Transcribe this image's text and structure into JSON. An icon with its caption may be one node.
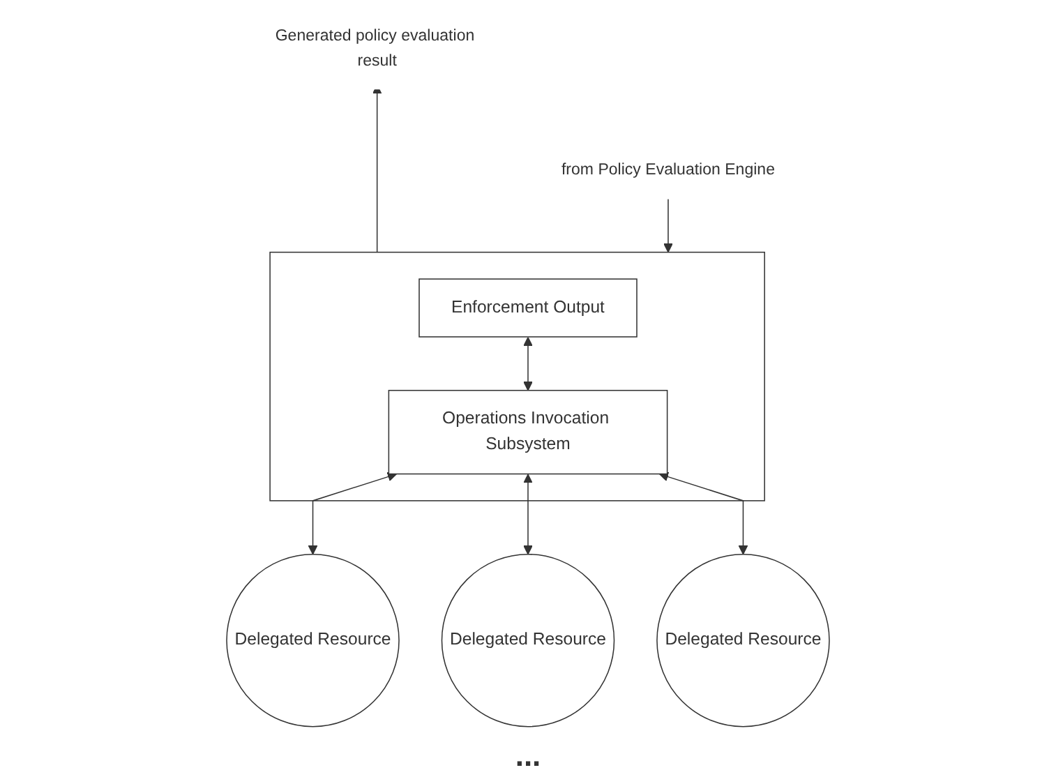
{
  "diagram": {
    "nodes": [
      {
        "text": [
          "Generated policy evaluation result"
        ]
      },
      {
        "text": [
          "from Policy Evaluation Engine"
        ]
      },
      {
        "text": [],
        "shape": "box"
      },
      {
        "text": [
          "Enforcement Output"
        ],
        "in": 2
      },
      {
        "text": [
          "Operations Invocation Subsystem"
        ],
        "in": 2
      },
      {
        "text": [
          "Delegated Resource"
        ]
      },
      {
        "text": [
          "Delegated Resource"
        ]
      },
      {
        "text": [
          "Delegated Resource"
        ]
      }
    ],
    "edges": [
      {
        "from": 2,
        "to": 0,
        "arrow": "to"
      },
      {
        "from": 1,
        "to": 2,
        "arrow": "to"
      },
      {
        "from": 3,
        "to": 4,
        "arrow": "both"
      },
      {
        "from": 4,
        "to": 5,
        "arrow": "both"
      },
      {
        "from": 4,
        "to": 6,
        "arrow": "both"
      },
      {
        "from": 4,
        "to": 7,
        "arrow": "both"
      }
    ],
    "labels": [
      "..."
    ]
  }
}
